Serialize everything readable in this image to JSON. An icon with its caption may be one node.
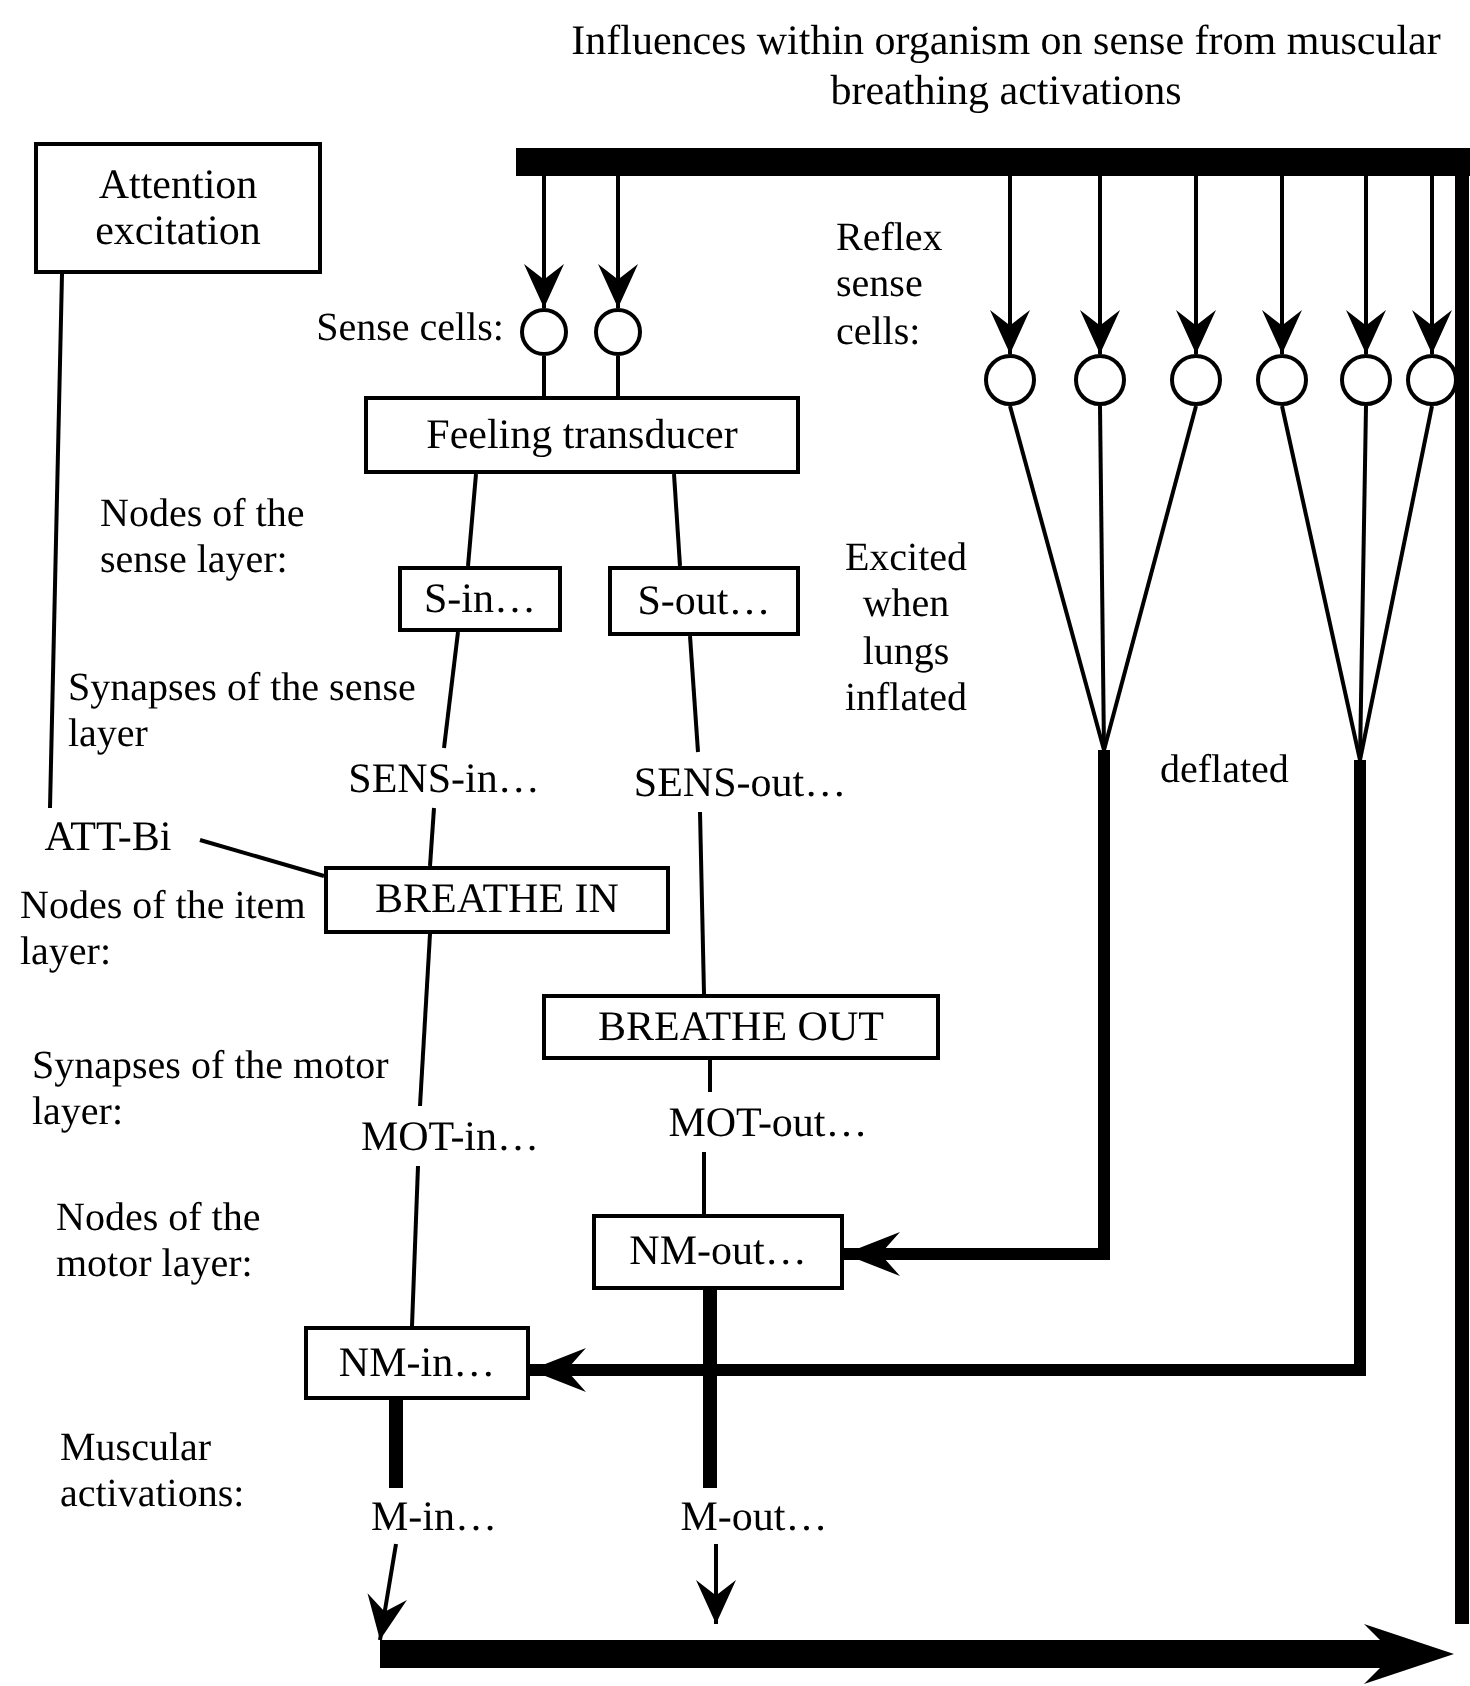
{
  "diagram": {
    "nodes": [
      {
        "text": [
          "Attention excitation"
        ]
      },
      {
        "text": [
          "Influences within organism on sense from muscular breathing activations"
        ]
      },
      {
        "text": [],
        "shape": "circle"
      },
      {
        "text": [],
        "shape": "circle"
      },
      {
        "text": [],
        "shape": "circle"
      },
      {
        "text": [],
        "shape": "circle"
      },
      {
        "text": [],
        "shape": "circle"
      },
      {
        "text": [],
        "shape": "circle"
      },
      {
        "text": [],
        "shape": "circle"
      },
      {
        "text": [],
        "shape": "circle"
      },
      {
        "text": [
          "Feeling transducer"
        ]
      },
      {
        "text": [
          "S-in…"
        ]
      },
      {
        "text": [
          "S-out…"
        ]
      },
      {
        "text": [
          "SENS-in…"
        ]
      },
      {
        "text": [
          "SENS-out…"
        ]
      },
      {
        "text": [
          "ATT-Bi"
        ]
      },
      {
        "text": [
          "BREATHE IN"
        ]
      },
      {
        "text": [
          "BREATHE OUT"
        ]
      },
      {
        "text": [
          "MOT-in…"
        ]
      },
      {
        "text": [
          "MOT-out…"
        ]
      },
      {
        "text": [
          "NM-out…"
        ]
      },
      {
        "text": [
          "NM-in…"
        ]
      },
      {
        "text": [
          "M-in…"
        ]
      },
      {
        "text": [
          "M-out…"
        ]
      },
      {
        "text": [],
        "shape": "bar"
      }
    ],
    "edges": [
      {
        "from": 1,
        "to": 2,
        "arrow": "to"
      },
      {
        "from": 1,
        "to": 3,
        "arrow": "to"
      },
      {
        "from": 1,
        "to": 4,
        "arrow": "to"
      },
      {
        "from": 1,
        "to": 5,
        "arrow": "to"
      },
      {
        "from": 1,
        "to": 6,
        "arrow": "to"
      },
      {
        "from": 1,
        "to": 7,
        "arrow": "to"
      },
      {
        "from": 1,
        "to": 8,
        "arrow": "to"
      },
      {
        "from": 1,
        "to": 9,
        "arrow": "to"
      },
      {
        "from": 2,
        "to": 10,
        "arrow": "none"
      },
      {
        "from": 3,
        "to": 10,
        "arrow": "none"
      },
      {
        "from": 10,
        "to": 11,
        "arrow": "none"
      },
      {
        "from": 10,
        "to": 12,
        "arrow": "none"
      },
      {
        "from": 11,
        "to": 13,
        "arrow": "none"
      },
      {
        "from": 12,
        "to": 14,
        "arrow": "none"
      },
      {
        "from": 13,
        "to": 16,
        "arrow": "none"
      },
      {
        "from": 14,
        "to": 17,
        "arrow": "none"
      },
      {
        "from": 0,
        "to": 15,
        "arrow": "none"
      },
      {
        "from": 15,
        "to": 16,
        "arrow": "none"
      },
      {
        "from": 16,
        "to": 18,
        "arrow": "none"
      },
      {
        "from": 17,
        "to": 19,
        "arrow": "none"
      },
      {
        "from": 18,
        "to": 21,
        "arrow": "none"
      },
      {
        "from": 19,
        "to": 20,
        "arrow": "none"
      },
      {
        "from": 21,
        "to": 22,
        "arrow": "none",
        "style": "thick"
      },
      {
        "from": 20,
        "to": 23,
        "arrow": "none",
        "style": "thick"
      },
      {
        "from": 4,
        "to": 20,
        "arrow": "to",
        "style": "thick"
      },
      {
        "from": 5,
        "to": 20,
        "arrow": "to",
        "style": "thick"
      },
      {
        "from": 6,
        "to": 20,
        "arrow": "to",
        "style": "thick"
      },
      {
        "from": 7,
        "to": 21,
        "arrow": "to",
        "style": "thick"
      },
      {
        "from": 8,
        "to": 21,
        "arrow": "to",
        "style": "thick"
      },
      {
        "from": 9,
        "to": 21,
        "arrow": "to",
        "style": "thick"
      },
      {
        "from": 22,
        "to": 24,
        "arrow": "to"
      },
      {
        "from": 23,
        "to": 24,
        "arrow": "to"
      },
      {
        "from": 24,
        "to": 1,
        "arrow": "none",
        "style": "thick"
      }
    ],
    "labels": [
      "Sense cells:",
      "Reflex sense cells:",
      "Nodes of the sense layer:",
      "Excited when lungs inflated",
      "Synapses of the sense layer",
      "deflated",
      "Nodes of the item layer:",
      "Synapses of the motor layer:",
      "Nodes of the motor layer:",
      "Muscular activations:"
    ]
  }
}
